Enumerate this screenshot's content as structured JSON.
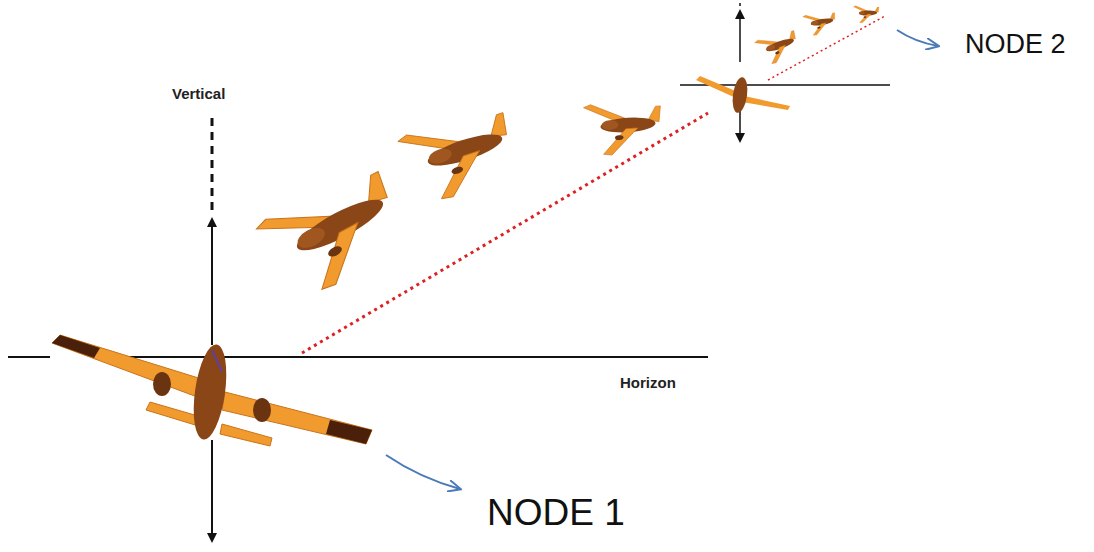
{
  "diagram": {
    "labels": [
      "NODE 2",
      "Vertical",
      "Horizon",
      "NODE 1"
    ]
  }
}
